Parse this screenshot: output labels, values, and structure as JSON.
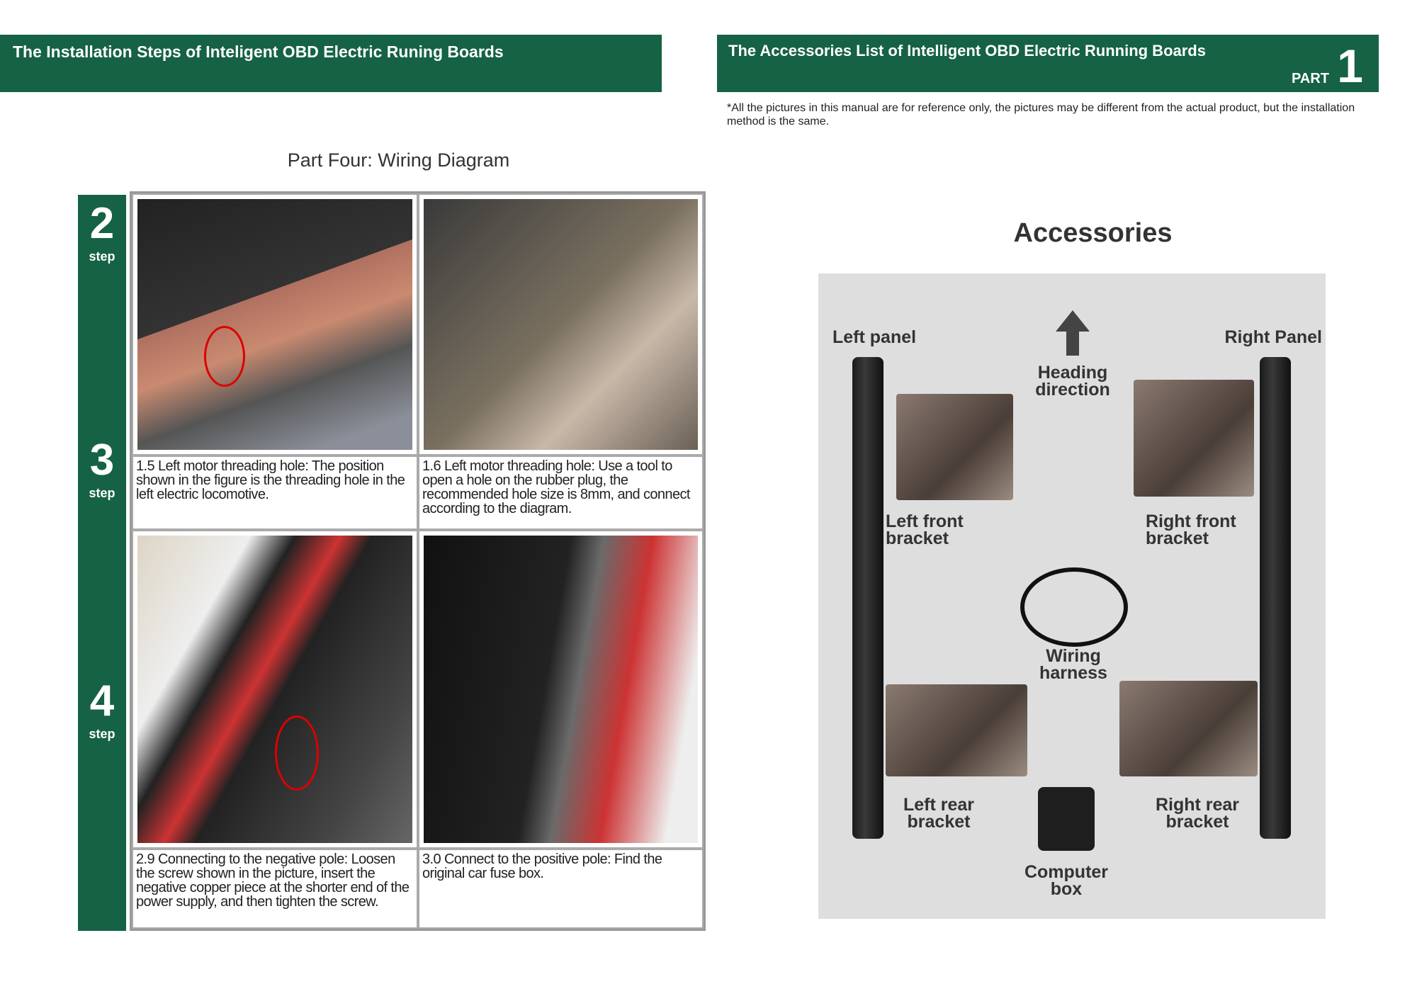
{
  "left_header": {
    "title": "The Installation Steps of Inteligent OBD Electric Runing Boards"
  },
  "right_header": {
    "title": "The Accessories List of Intelligent OBD Electric Running Boards",
    "part_label": "PART",
    "part_number": "1"
  },
  "disclaimer": "*All the pictures in this manual are for reference only, the pictures may be different from the actual product, but the installation method is the same.",
  "section_title": "Part Four: Wiring Diagram",
  "steps": [
    {
      "n": "2",
      "label": "step"
    },
    {
      "n": "3",
      "label": "step"
    },
    {
      "n": "4",
      "label": "step"
    }
  ],
  "captions": [
    "1.5 Left motor threading hole: The position shown in the figure is the threading hole in the left electric locomotive.",
    "1.6 Left motor threading hole: Use a tool to open a hole on the rubber plug, the recommended hole size is 8mm, and connect according to the diagram.",
    "2.9 Connecting to the negative pole: Loosen the screw shown in the picture, insert the negative copper piece at the shorter end of the power supply, and then tighten the screw.",
    "3.0 Connect to the positive pole: Find the original car fuse box."
  ],
  "accessories": {
    "title": "Accessories",
    "left_panel": "Left panel",
    "right_panel": "Right Panel",
    "heading": "Heading direction",
    "left_front": "Left front bracket",
    "right_front": "Right front bracket",
    "wiring": "Wiring harness",
    "left_rear": "Left rear bracket",
    "right_rear": "Right rear bracket",
    "computer": "Computer box"
  }
}
